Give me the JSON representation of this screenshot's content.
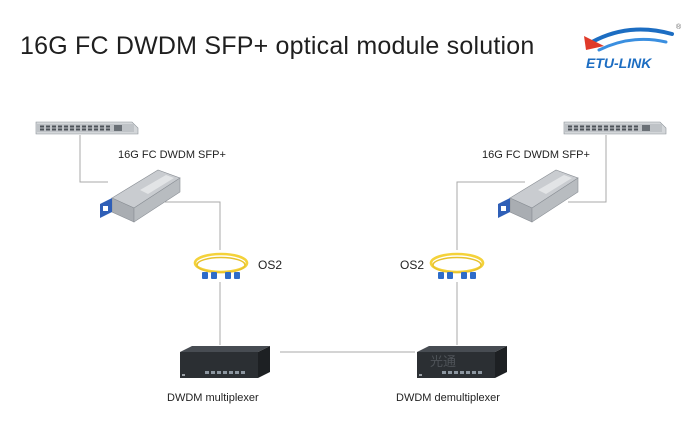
{
  "header": {
    "title": "16G FC DWDM SFP+ optical module solution",
    "logo_text": "ETU-LINK",
    "logo_mark": "®"
  },
  "diagram": {
    "left_module_label": "16G FC DWDM SFP+",
    "right_module_label": "16G FC DWDM SFP+",
    "left_cable_label": "OS2",
    "right_cable_label": "OS2",
    "mux_label": "DWDM multiplexer",
    "demux_label": "DWDM demultiplexer",
    "demux_watermark": "光通"
  },
  "colors": {
    "connector_line": "#a9a9a9",
    "fiber_yellow": "#f4d23a",
    "connector_blue": "#2e6cc9",
    "logo_blue": "#1c6dc2",
    "logo_red": "#e03a2a",
    "mux_body": "#2b2f33"
  }
}
